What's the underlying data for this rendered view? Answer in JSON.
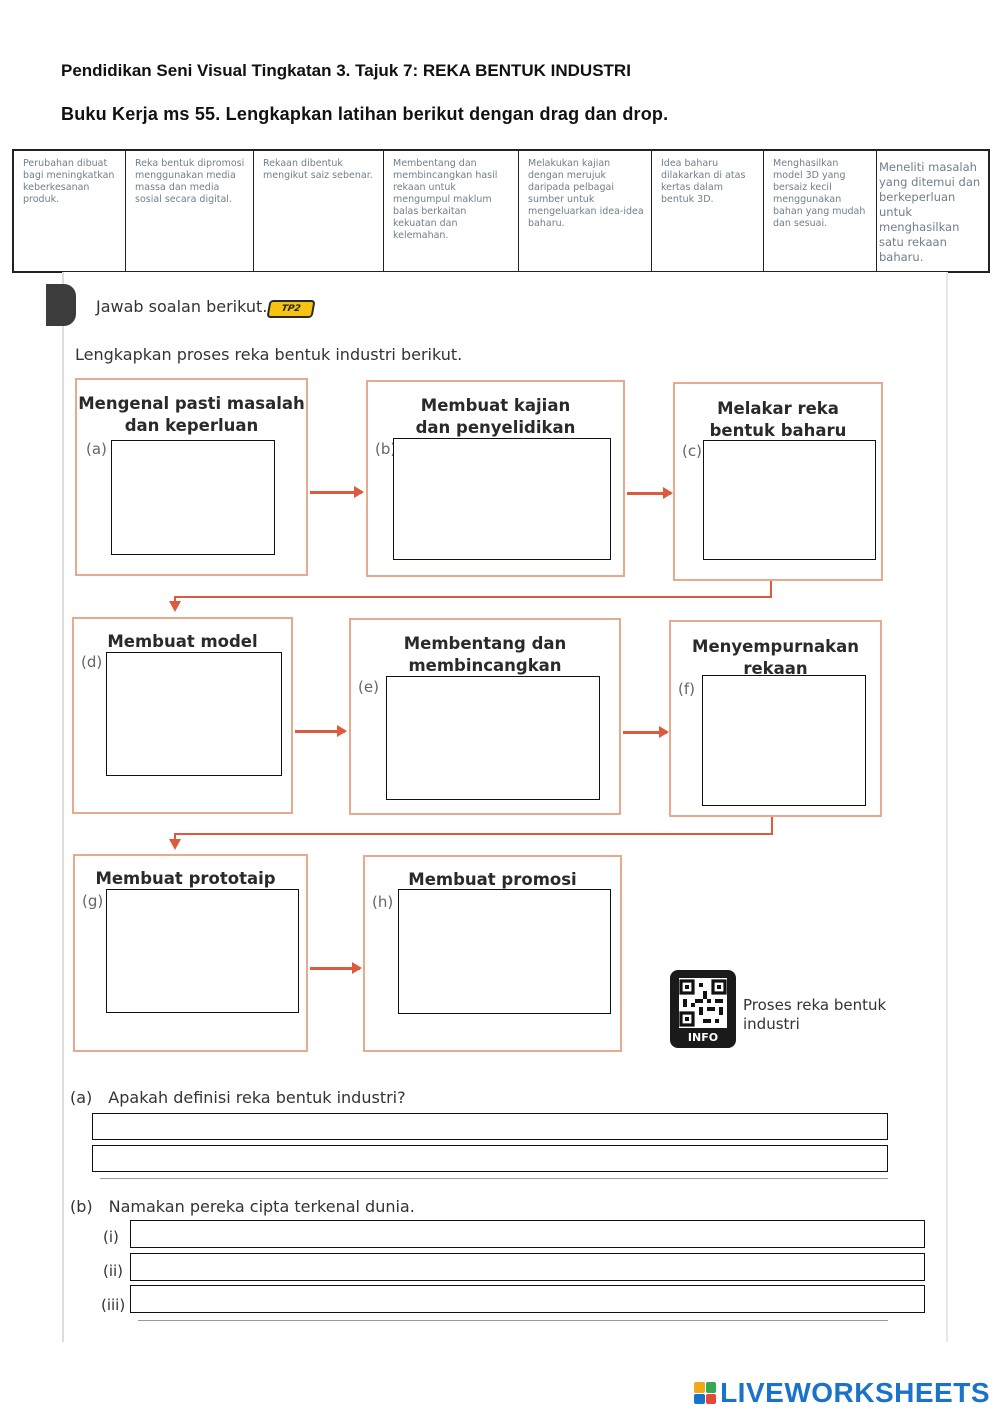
{
  "header": {
    "title": "Pendidikan Seni Visual Tingkatan 3. Tajuk 7: REKA BENTUK INDUSTRI",
    "subtitle": "Buku Kerja ms 55. Lengkapkan latihan berikut dengan drag dan drop."
  },
  "drag_items": [
    "Perubahan dibuat bagi meningkatkan keberkesanan produk.",
    "Reka bentuk dipromosi menggunakan media massa dan media sosial secara digital.",
    "Rekaan dibentuk mengikut saiz sebenar.",
    "Membentang dan membincangkan hasil rekaan untuk mengumpul maklum balas berkaitan kekuatan dan kelemahan.",
    "Melakukan kajian dengan merujuk daripada pelbagai sumber untuk mengeluarkan idea-idea baharu.",
    "Idea baharu dilakarkan di atas kertas dalam bentuk 3D.",
    "Menghasilkan model 3D yang bersaiz kecil menggunakan bahan yang mudah dan sesuai.",
    "Meneliti masalah yang ditemui dan berkeperluan untuk menghasilkan satu rekaan baharu."
  ],
  "worksheet": {
    "question_title": "Jawab soalan berikut.",
    "tp_badge": "TP2",
    "instruction": "Lengkapkan proses reka bentuk industri berikut.",
    "steps": [
      {
        "letter": "(a)",
        "title": "Mengenal pasti masalah dan keperluan"
      },
      {
        "letter": "(b)",
        "title": "Membuat kajian dan penyelidikan"
      },
      {
        "letter": "(c)",
        "title": "Melakar reka bentuk baharu"
      },
      {
        "letter": "(d)",
        "title": "Membuat model"
      },
      {
        "letter": "(e)",
        "title": "Membentang dan membincangkan"
      },
      {
        "letter": "(f)",
        "title": "Menyempurnakan rekaan"
      },
      {
        "letter": "(g)",
        "title": "Membuat prototaip"
      },
      {
        "letter": "(h)",
        "title": "Membuat promosi"
      }
    ],
    "qr": {
      "badge": "INFO",
      "label": "Proses reka bentuk industri"
    },
    "question_a": "(a) Apakah definisi reka bentuk industri?",
    "question_b": "(b) Namakan pereka cipta terkenal dunia.",
    "romans": [
      "(i)",
      "(ii)",
      "(iii)"
    ]
  },
  "branding": {
    "name": "LIVEWORKSHEETS",
    "color": "#1a73c8"
  }
}
